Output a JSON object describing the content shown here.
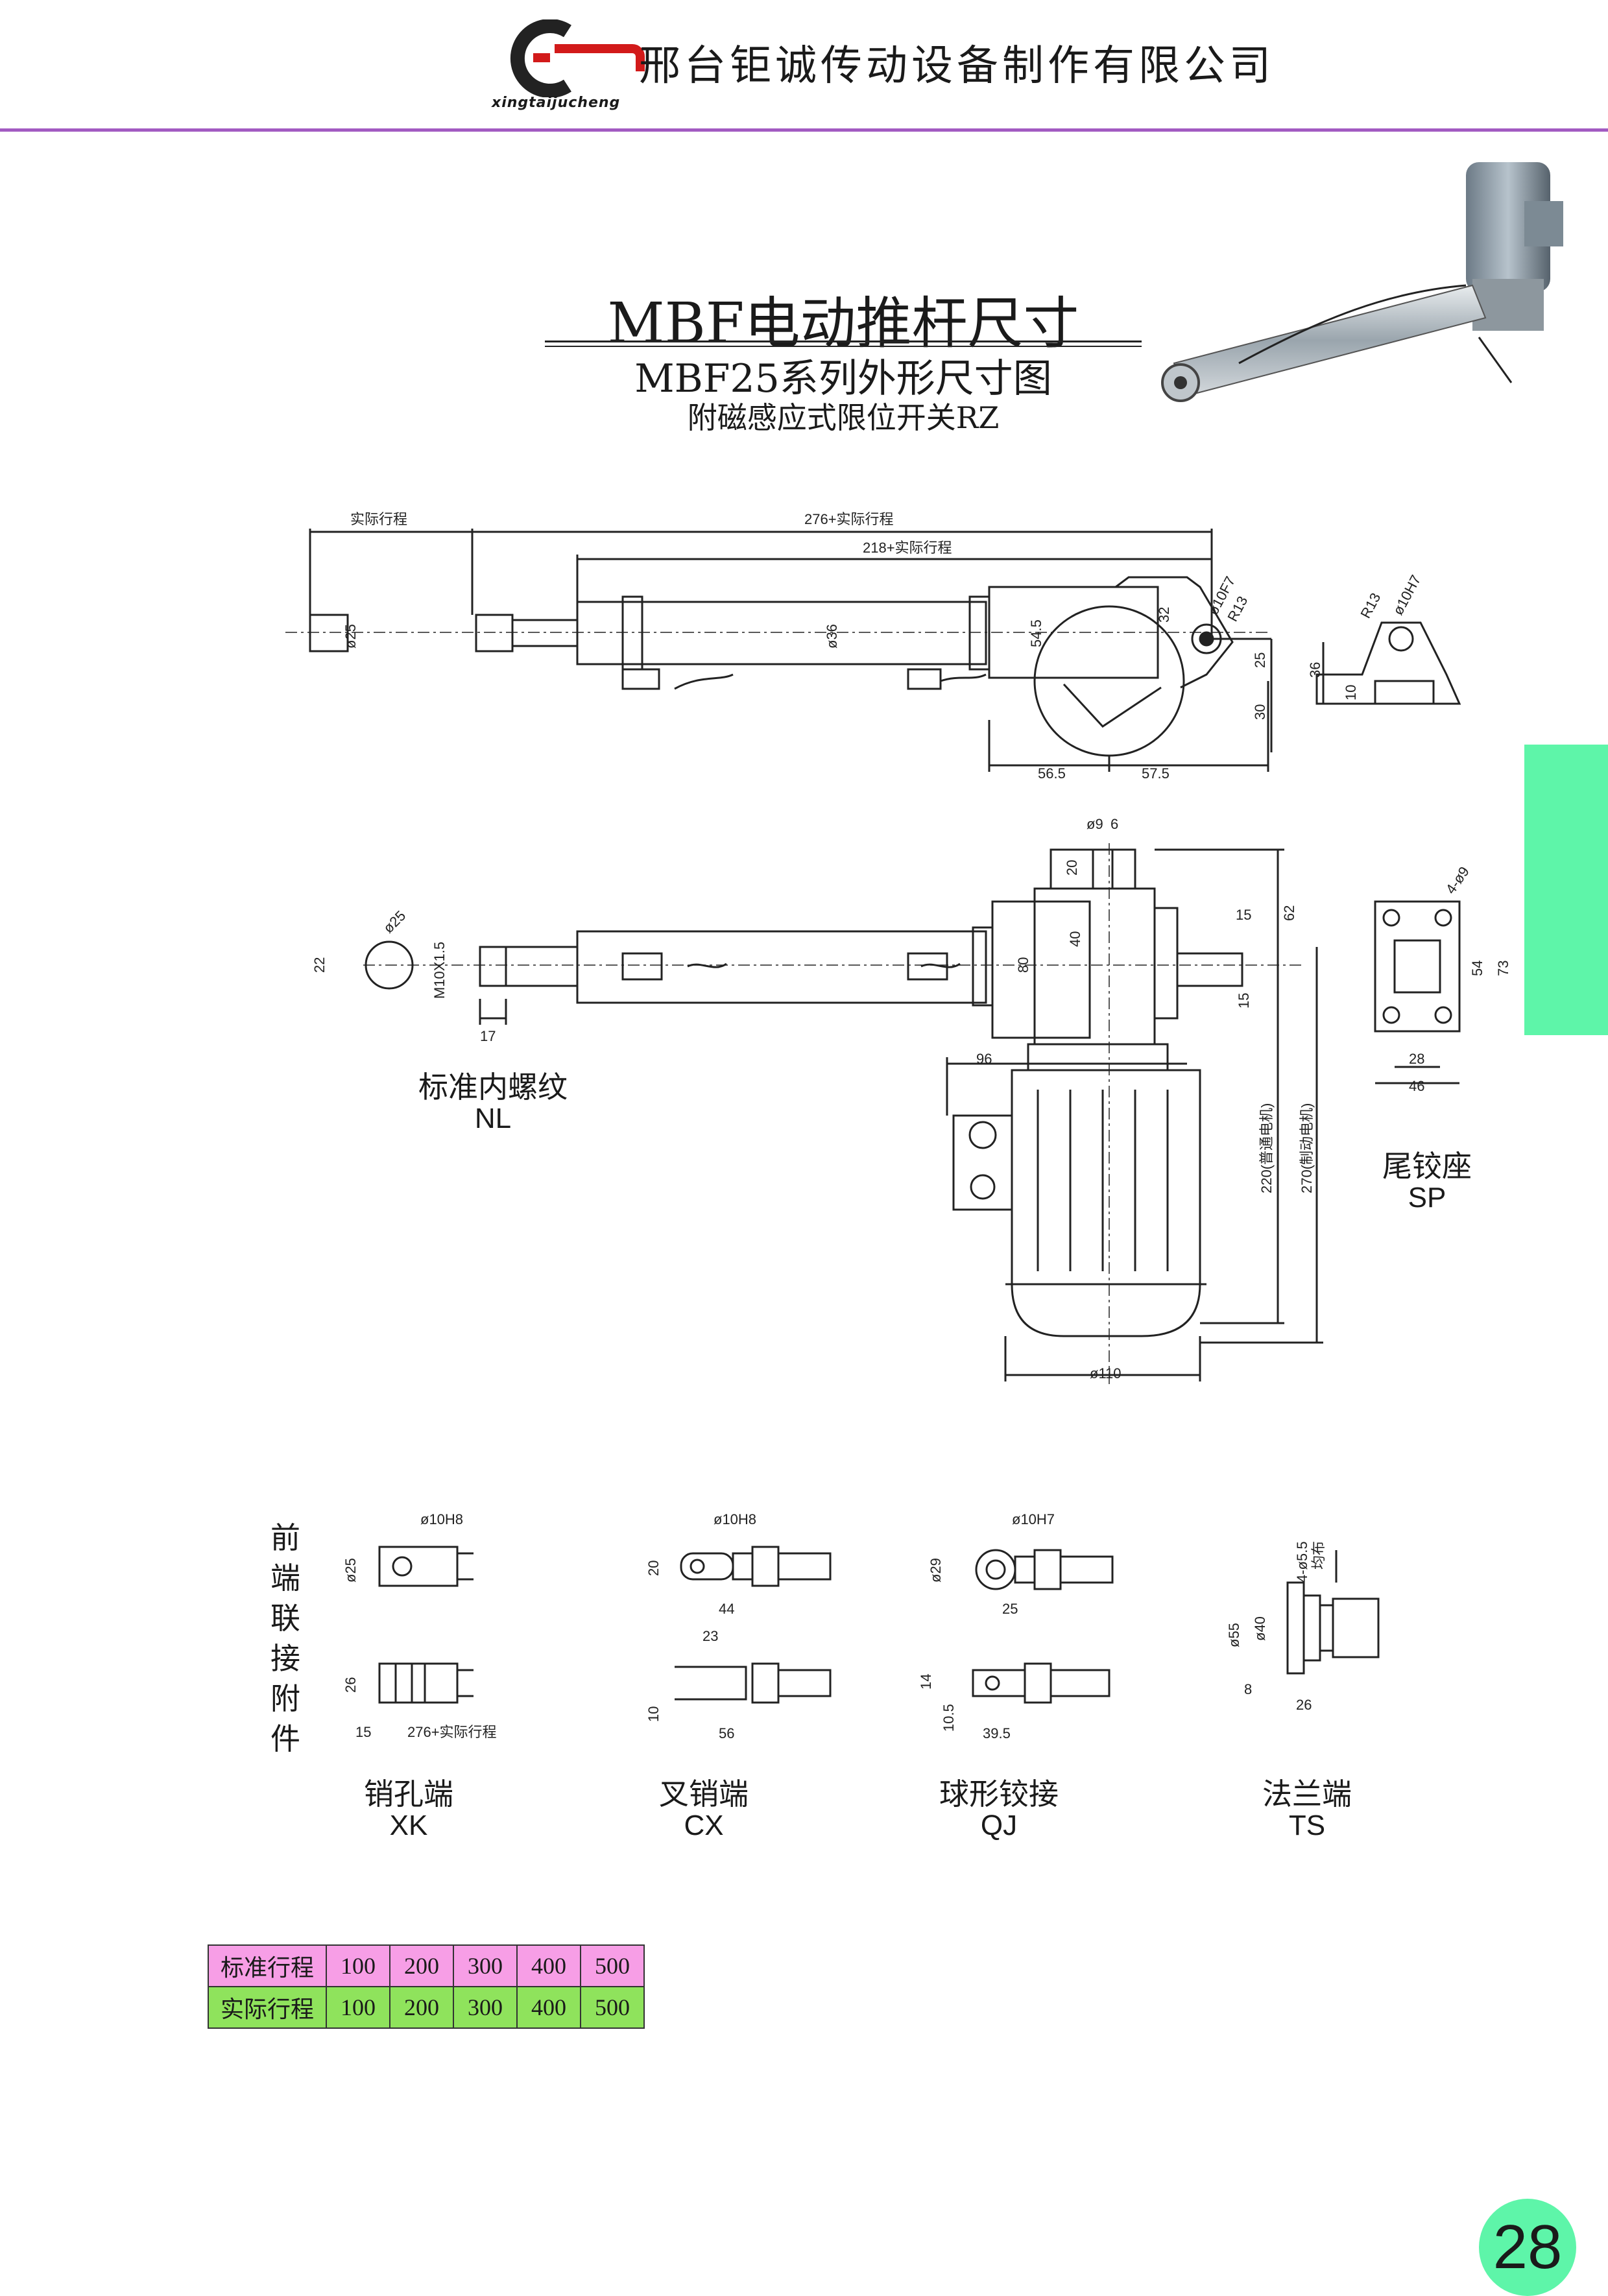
{
  "header": {
    "company": "邢台钜诚传动设备制作有限公司",
    "logo_text": "xingtaijucheng",
    "accent_color": "#a25bc2"
  },
  "title": {
    "main": "MBF电动推杆尺寸",
    "sub": "MBF25系列外形尺寸图",
    "note": "附磁感应式限位开关RZ"
  },
  "dims_top": {
    "actual_stroke": "实际行程",
    "d276": "276+实际行程",
    "d218": "218+实际行程",
    "phi25": "ø25",
    "phi36": "ø36",
    "d54_5": "54.5",
    "d32": "32",
    "phi10f7": "ø10F7",
    "r13": "R13",
    "d25": "25",
    "d30": "30",
    "d56_5": "56.5",
    "d57_5": "57.5",
    "r13b": "R13",
    "phi10h7": "ø10H7",
    "d36": "36",
    "d10": "10"
  },
  "dims_mid": {
    "phi9": "ø9",
    "d6": "6",
    "d20": "20",
    "d40": "40",
    "d80": "80",
    "d15a": "15",
    "d15b": "15",
    "d62": "62",
    "phi25": "ø25",
    "d22": "22",
    "m10": "M10X1.5",
    "d17": "17",
    "d96": "96",
    "d220": "220(普通电机)",
    "d270": "270(制动电机)",
    "phi110": "ø110",
    "holes": "4-ø9",
    "d54": "54",
    "d73": "73",
    "d28": "28",
    "d46": "46"
  },
  "labels": {
    "nl_cn": "标准内螺纹",
    "nl_code": "NL",
    "sp_cn": "尾铰座",
    "sp_code": "SP",
    "front_attach": [
      "前",
      "端",
      "联",
      "接",
      "附",
      "件"
    ]
  },
  "attachments": [
    {
      "cn": "销孔端",
      "code": "XK",
      "d_top": "ø10H8",
      "d_side": "ø25",
      "d_low": "26",
      "d_a": "15",
      "d_b": "276+实际行程"
    },
    {
      "cn": "叉销端",
      "code": "CX",
      "d_top": "ø10H8",
      "d_side": "20",
      "d_low": "44",
      "d_a": "23",
      "d_b": "56",
      "d_c": "10"
    },
    {
      "cn": "球形铰接",
      "code": "QJ",
      "d_top": "ø10H7",
      "d_side": "ø29",
      "d_low": "25",
      "d_a": "14",
      "d_b": "10.5",
      "d_c": "39.5"
    },
    {
      "cn": "法兰端",
      "code": "TS",
      "d_top": "4-ø5.5",
      "d_note": "均布",
      "d_side": "ø55",
      "d_side2": "ø40",
      "d_a": "8",
      "d_b": "26"
    }
  ],
  "stroke_table": {
    "row1_label": "标准行程",
    "row1": [
      "100",
      "200",
      "300",
      "400",
      "500"
    ],
    "row2_label": "实际行程",
    "row2": [
      "100",
      "200",
      "300",
      "400",
      "500"
    ],
    "row1_color": "#f79ee6",
    "row2_color": "#8fe35c"
  },
  "page_number": "28",
  "side_tab_color": "#5ef5a9"
}
